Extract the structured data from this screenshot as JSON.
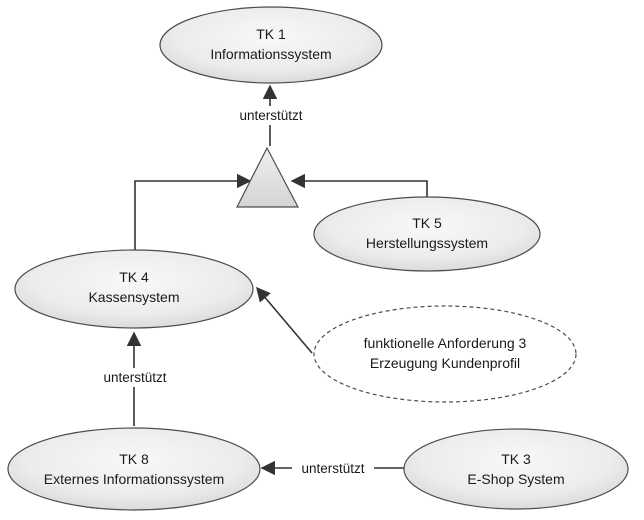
{
  "diagram": {
    "colors": {
      "ellipse_fill_light": "#f7f7f7",
      "ellipse_fill_dark": "#d9d9d9",
      "stroke": "#4d4d4d",
      "edge": "#333333"
    },
    "nodes": {
      "tk1": {
        "title": "TK 1",
        "sub": "Informationssystem"
      },
      "tk4": {
        "title": "TK 4",
        "sub": "Kassensystem"
      },
      "tk5": {
        "title": "TK 5",
        "sub": "Herstellungssystem"
      },
      "tk8": {
        "title": "TK 8",
        "sub": "Externes Informationssystem"
      },
      "tk3": {
        "title": "TK 3",
        "sub": "E-Shop System"
      },
      "req3": {
        "title": "funktionelle Anforderung 3",
        "sub": "Erzeugung Kundenprofil"
      }
    },
    "edge_labels": {
      "triangle_to_tk1": "unterstützt",
      "tk8_to_tk4": "unterstützt",
      "tk3_to_tk8": "unterstützt"
    }
  }
}
